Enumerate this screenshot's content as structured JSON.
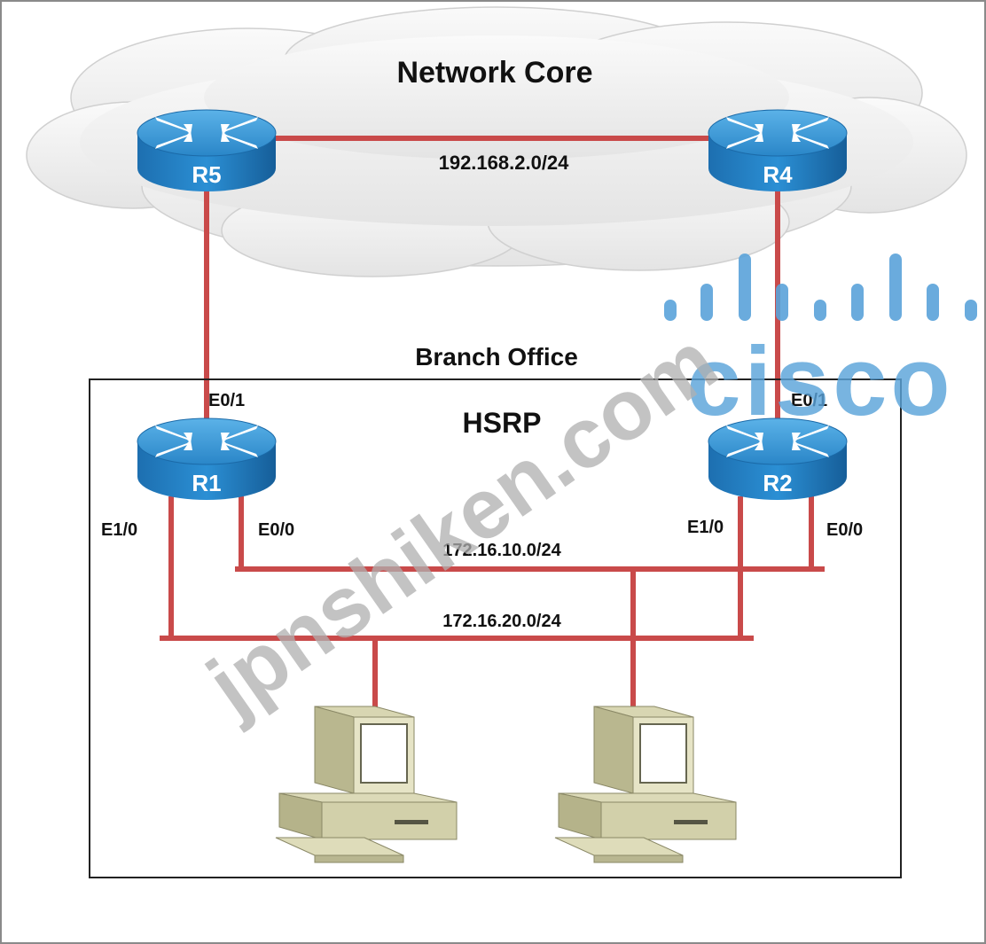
{
  "colors": {
    "link": "#c94a4a",
    "router_top": "#2d8fd0",
    "router_side": "#1966a8",
    "cloud": "#eeeeee",
    "watermark_text": "#b8b8b8",
    "watermark_logo": "#5aa3da"
  },
  "cloud": {
    "label": "Network Core"
  },
  "branch": {
    "label": "Branch Office",
    "protocol_label": "HSRP"
  },
  "routers": {
    "r5": {
      "label": "R5",
      "icon": "router-icon"
    },
    "r4": {
      "label": "R4",
      "icon": "router-icon"
    },
    "r1": {
      "label": "R1",
      "icon": "router-icon"
    },
    "r2": {
      "label": "R2",
      "icon": "router-icon"
    }
  },
  "subnets": {
    "core": "192.168.2.0/24",
    "lan_a": "172.16.10.0/24",
    "lan_b": "172.16.20.0/24"
  },
  "interfaces": {
    "r1_e01": "E0/1",
    "r1_e10": "E1/0",
    "r1_e00": "E0/0",
    "r2_e01": "E0/1",
    "r2_e10": "E1/0",
    "r2_e00": "E0/0"
  },
  "hosts": [
    {
      "icon": "workstation-icon"
    },
    {
      "icon": "workstation-icon"
    }
  ],
  "watermark": {
    "site": "jpnshiken.com",
    "logo": "cisco"
  }
}
